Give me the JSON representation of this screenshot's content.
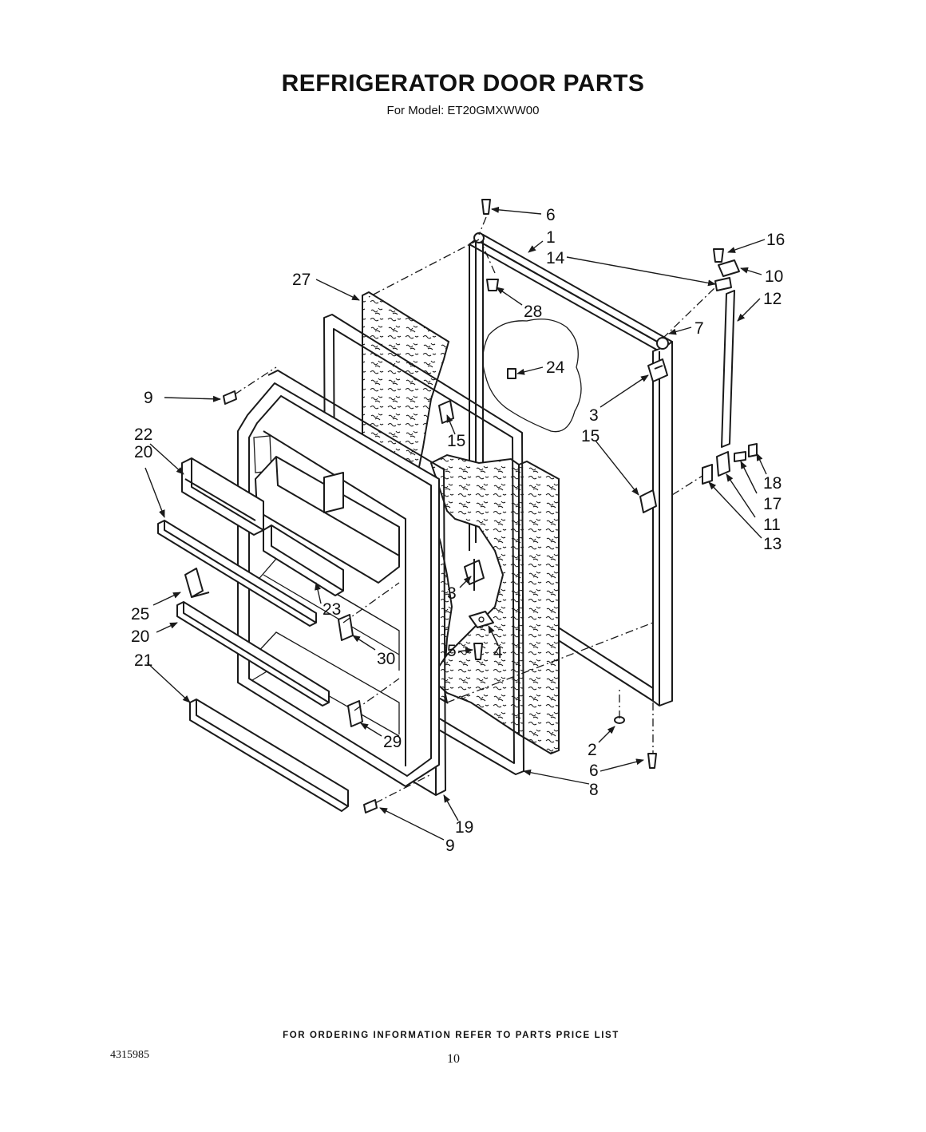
{
  "header": {
    "title": "REFRIGERATOR DOOR PARTS",
    "subtitle": "For Model: ET20GMXWW00"
  },
  "footer": {
    "ordering_note": "FOR ORDERING INFORMATION REFER TO PARTS PRICE LIST",
    "document_number": "4315985",
    "page_number": "10"
  },
  "callouts": {
    "c1": "1",
    "c2": "2",
    "c3a": "3",
    "c3b": "3",
    "c4": "4",
    "c5": "5",
    "c6a": "6",
    "c6b": "6",
    "c7": "7",
    "c8": "8",
    "c9a": "9",
    "c9b": "9",
    "c10": "10",
    "c11": "11",
    "c12": "12",
    "c13": "13",
    "c14": "14",
    "c15a": "15",
    "c15b": "15",
    "c16": "16",
    "c17": "17",
    "c18": "18",
    "c19": "19",
    "c20a": "20",
    "c20b": "20",
    "c21": "21",
    "c22": "22",
    "c23": "23",
    "c24": "24",
    "c25": "25",
    "c27": "27",
    "c28": "28",
    "c29": "29",
    "c30": "30"
  }
}
